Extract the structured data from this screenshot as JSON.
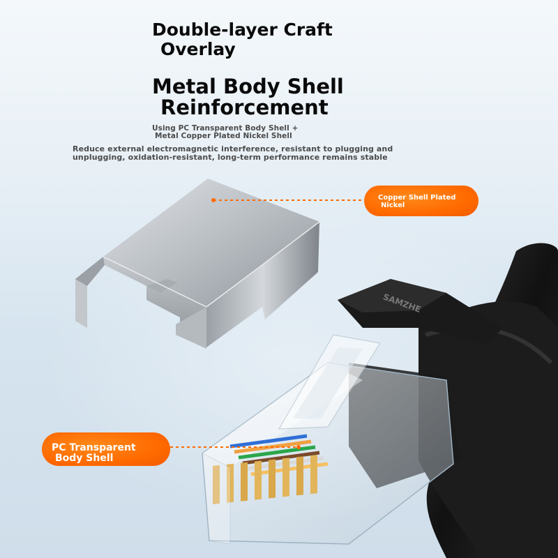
{
  "headline": {
    "line1a": "Double-layer Craft",
    "line1b": "Overlay",
    "line2a": "Metal Body Shell",
    "line2b": "Reinforcement"
  },
  "subtitle": {
    "line1": "Using PC Transparent Body Shell +",
    "line2": "Metal Copper Plated Nickel Shell",
    "line3": "Reduce external electromagnetic interference, resistant to plugging and",
    "line4": "unplugging, oxidation-resistant, long-term performance remains stable"
  },
  "callouts": {
    "copper": {
      "line1": "Copper Shell Plated",
      "line2": "Nickel"
    },
    "pc": {
      "line1": "PC Transparent",
      "line2": "Body Shell"
    }
  },
  "brand": {
    "text": "SAMZHE"
  },
  "colors": {
    "accent": "#ff6a00",
    "headline": "#0a0a0a",
    "metal": "#b8bdc3",
    "cable": "#1a1a1a"
  },
  "icons": {
    "metal_shell": "metal-shield-icon",
    "connector": "rj45-connector-icon"
  }
}
